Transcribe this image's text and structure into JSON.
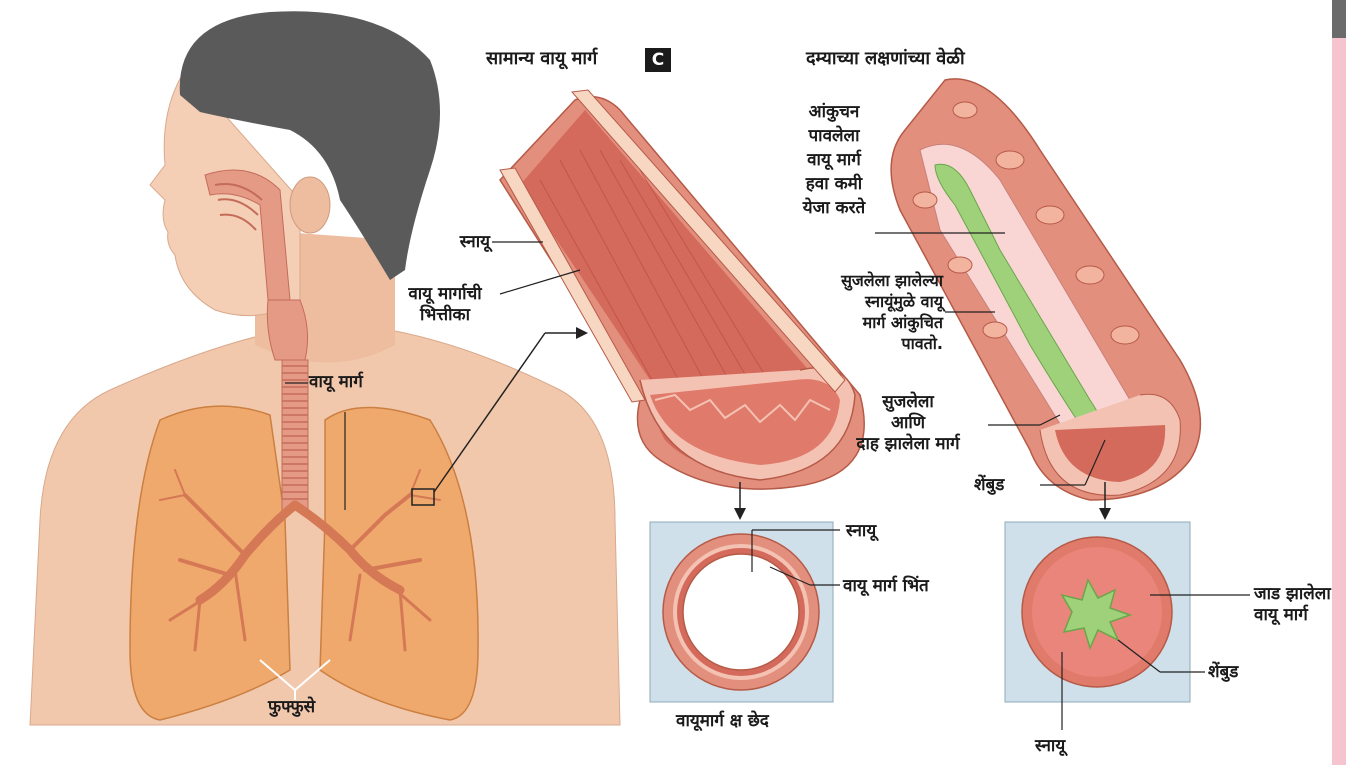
{
  "colors": {
    "skin": "#f2c8ad",
    "hair": "#5a5a5a",
    "lung": "#f0a86a",
    "airway": "#e59a86",
    "muscle": "#d46a5c",
    "mucus": "#9fd07a",
    "box": "#cfe0ea",
    "sidebar_top": "#6b6b6b",
    "sidebar_bottom": "#f6c4cf"
  },
  "titles": {
    "normal_airway": "सामान्य वायू मार्ग",
    "badge": "C",
    "asthma_airway": "दम्याच्या लक्षणांच्या वेळी"
  },
  "labels": {
    "muscle_left": "स्नायू",
    "airway_wall": [
      "वायू मार्गाची",
      "भित्तीका"
    ],
    "airway": "वायू मार्ग",
    "lungs": "फुफ्फुसे",
    "muscle_cross": "स्नायू",
    "airway_wall_cross": "वायू मार्ग भिंत",
    "cross_section": "वायूमार्ग क्ष छेद",
    "constricted": [
      "आंकुचन",
      "पावलेला",
      "वायू मार्ग",
      "हवा कमी",
      "येजा करते"
    ],
    "swollen_muscles": [
      "सुजलेला झालेल्या",
      "स्नायूंमुळे वायू",
      "मार्ग आंकुचित",
      "पावतो."
    ],
    "inflamed": [
      "सुजलेला",
      "आणि",
      "दाह झालेला मार्ग"
    ],
    "mucus_right": "शेंबुड",
    "thickened": [
      "जाड झालेला",
      "वायू मार्ग"
    ],
    "mucus_cross": "शेंबुड",
    "muscle_bottom": "स्नायू"
  }
}
